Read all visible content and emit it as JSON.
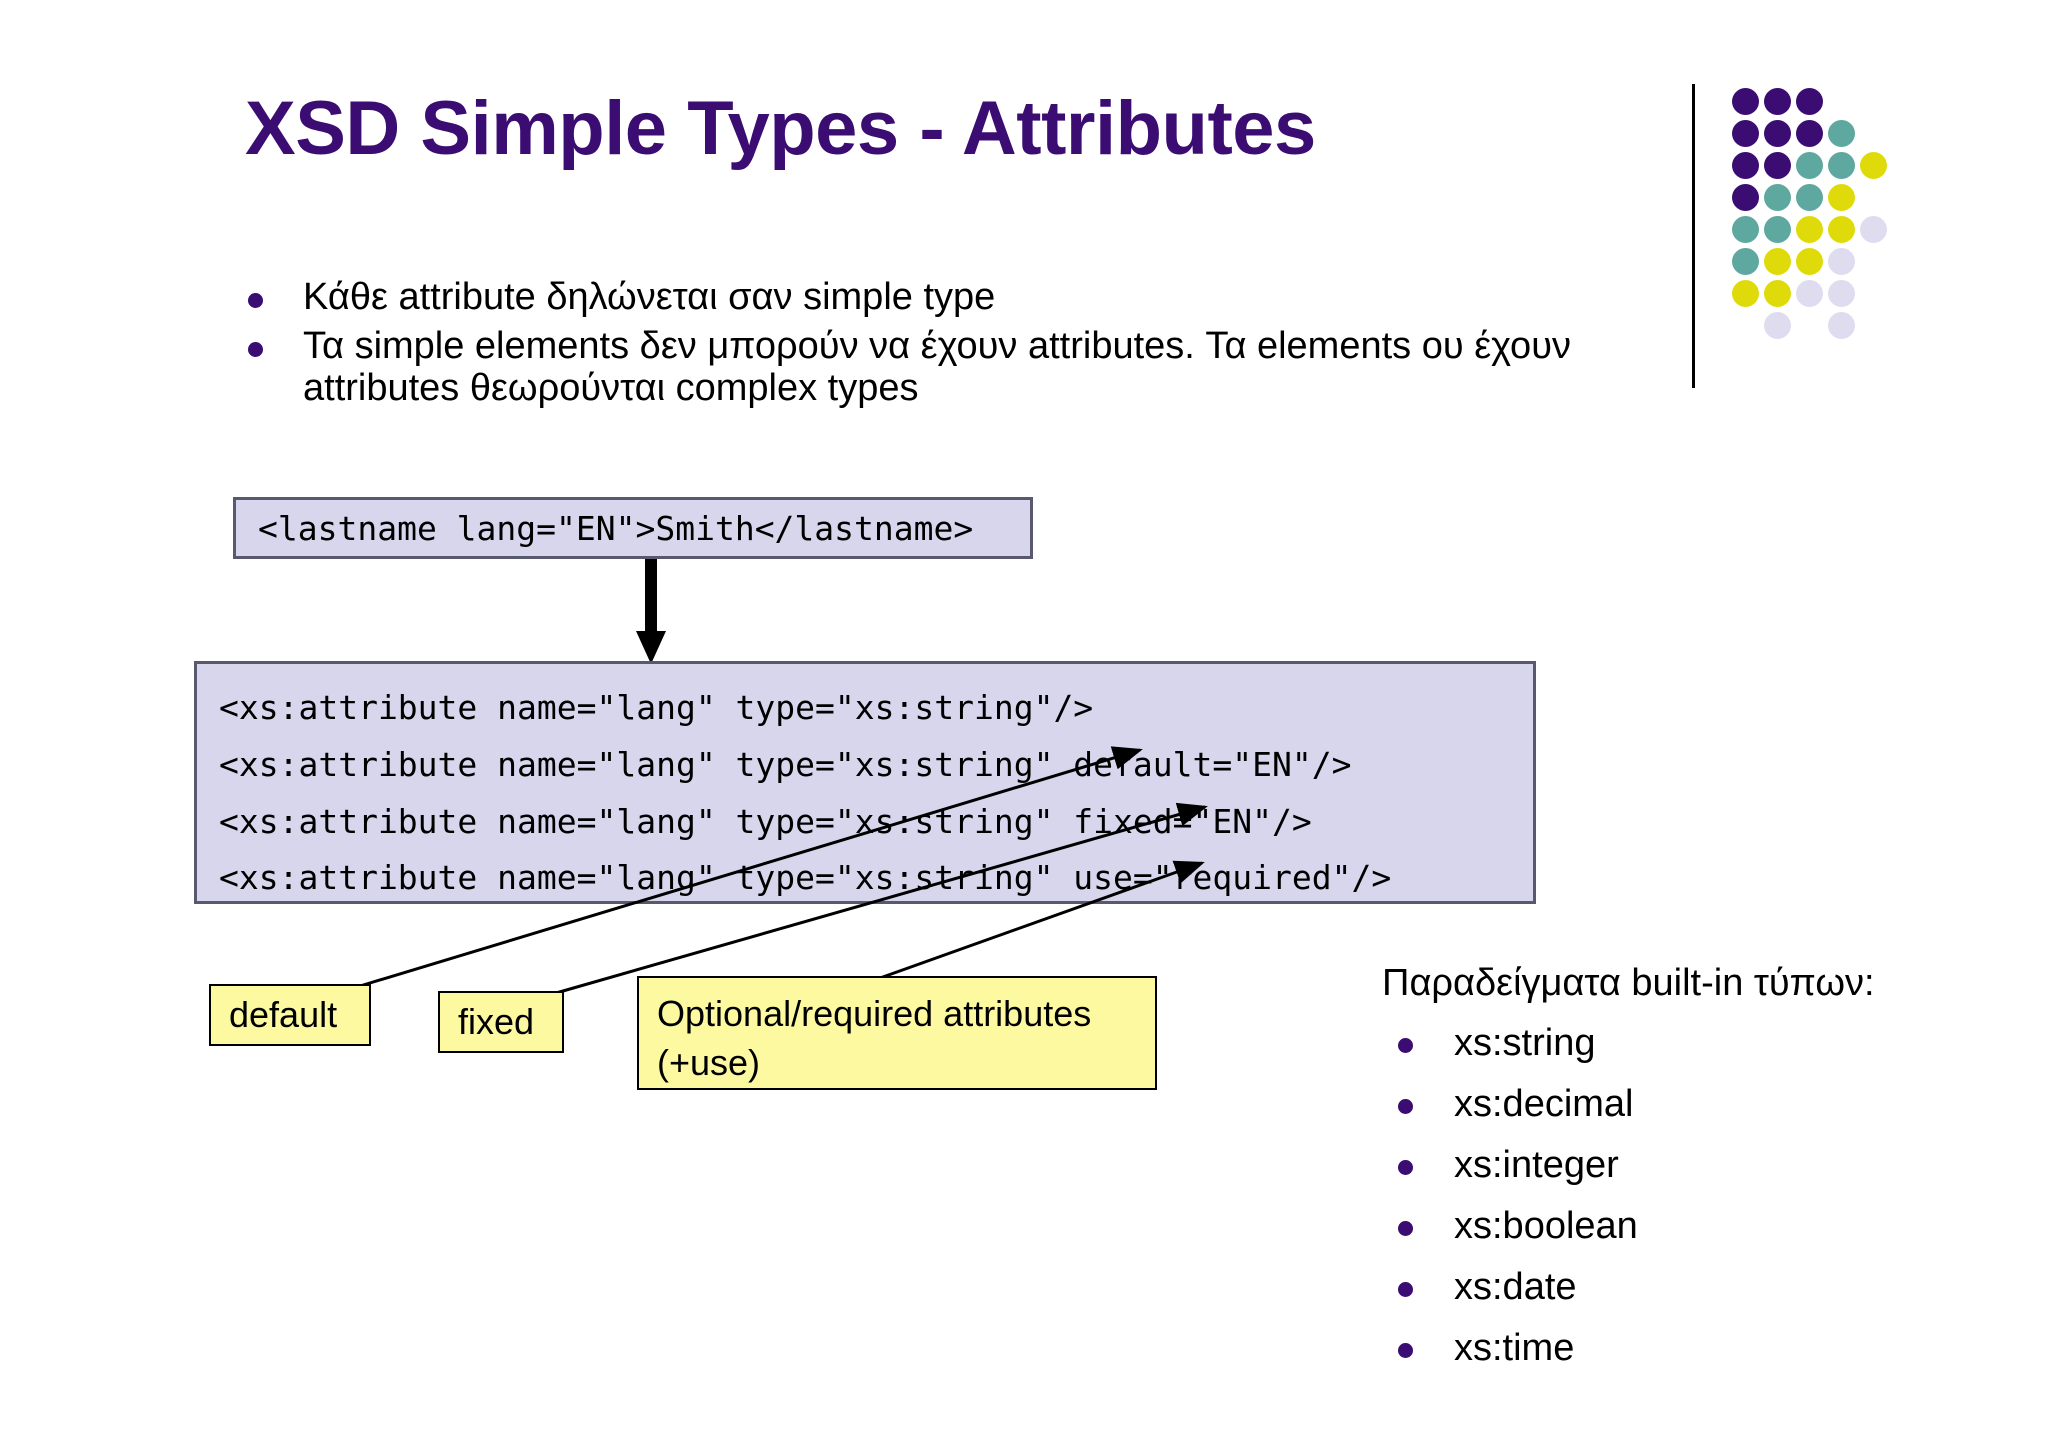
{
  "slide": {
    "title": "XSD Simple Types - Attributes",
    "accent_purple": "#3B0C72",
    "code_box_bg": "#D8D6EC",
    "callout_bg": "#FCF9A0"
  },
  "top_bullets": [
    "Κάθε attribute δηλώνεται σαν simple type",
    "Τα simple elements δεν μπορούν να έχουν attributes. Τα elements ου έχουν attributes θεωρούνται complex types"
  ],
  "example_box": {
    "code": "<lastname lang=\"EN\">Smith</lastname>"
  },
  "attribute_box": {
    "lines": [
      "<xs:attribute name=\"lang\" type=\"xs:string\"/>",
      "<xs:attribute name=\"lang\" type=\"xs:string\" default=\"EN\"/>",
      "<xs:attribute name=\"lang\" type=\"xs:string\" fixed=\"EN\"/>",
      "<xs:attribute name=\"lang\" type=\"xs:string\" use=\"required\"/>"
    ]
  },
  "callouts": {
    "default_label": "default",
    "fixed_label": "fixed",
    "optional_line1": "Optional/required attributes",
    "optional_line2": "(+use)"
  },
  "types_panel": {
    "heading": "Παραδείγματα built-in τύπων:",
    "items": [
      "xs:string",
      "xs:decimal",
      "xs:integer",
      "xs:boolean",
      "xs:date",
      "xs:time"
    ]
  },
  "logo": {
    "colors": {
      "purple": "#3B0C72",
      "teal": "#5FA8A0",
      "yellow": "#DFDB0B",
      "lavender": "#DEDCEE"
    },
    "rows": [
      [
        "purple",
        "purple",
        "purple"
      ],
      [
        "purple",
        "purple",
        "purple",
        "teal"
      ],
      [
        "purple",
        "purple",
        "teal",
        "teal",
        "yellow"
      ],
      [
        "purple",
        "teal",
        "teal",
        "yellow"
      ],
      [
        "teal",
        "teal",
        "yellow",
        "yellow",
        "lavender"
      ],
      [
        "teal",
        "yellow",
        "yellow",
        "lavender"
      ],
      [
        "yellow",
        "yellow",
        "lavender",
        "lavender"
      ],
      [
        null,
        "lavender",
        null,
        "lavender"
      ]
    ]
  }
}
